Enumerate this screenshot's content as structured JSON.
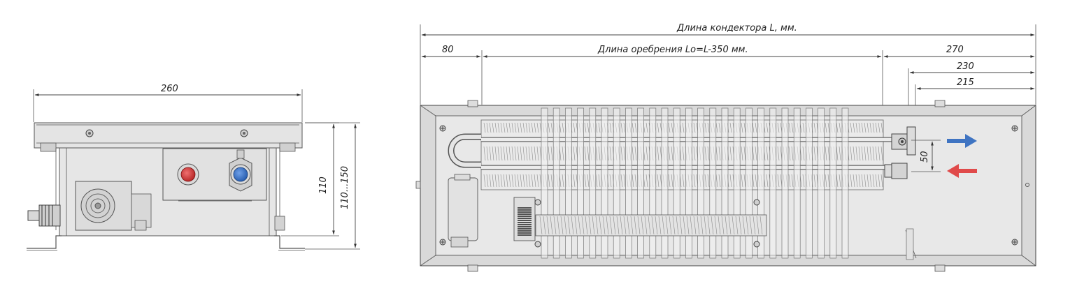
{
  "side_view": {
    "width_label": "260",
    "height_label": "110",
    "height_range_label": "110...150"
  },
  "top_view": {
    "total_length_label": "Длина кондектора L, мм.",
    "offset_left_label": "80",
    "fin_length_label": "Длина оребрения Lo=L-350 мм.",
    "offset_right_270": "270",
    "offset_right_230": "230",
    "offset_right_215": "215",
    "pipe_spacing_label": "50"
  },
  "colors": {
    "flow_out_arrow": "#3f74c2",
    "flow_in_arrow": "#e04a4a",
    "hot_port": "#d23b3b",
    "cold_port": "#2f6fc2"
  },
  "icons": {
    "flow_out": "arrow-right-icon",
    "flow_in": "arrow-left-icon"
  }
}
